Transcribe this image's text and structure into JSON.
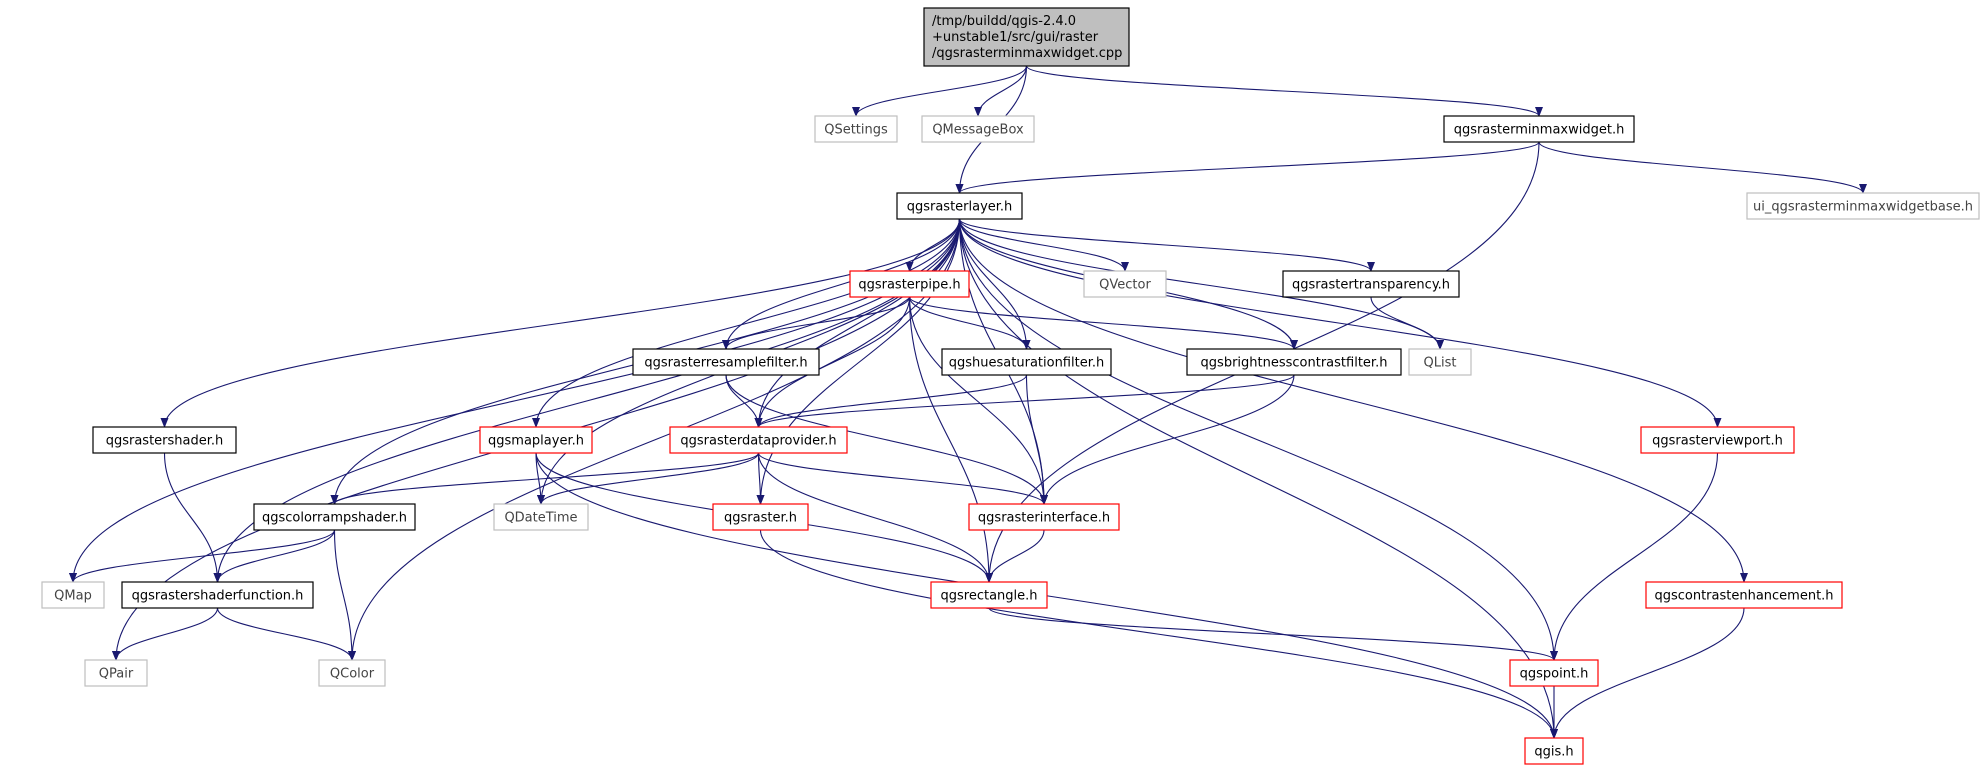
{
  "nodes": [
    {
      "id": "cpp",
      "lines": [
        "/tmp/buildd/qgis-2.4.0",
        "+unstable1/src/gui/raster",
        "/qgsrasterminmaxwidget.cpp"
      ],
      "style": "root"
    },
    {
      "id": "qsettings",
      "lines": [
        "QSettings"
      ],
      "style": "gray"
    },
    {
      "id": "qmessagebox",
      "lines": [
        "QMessageBox"
      ],
      "style": "gray"
    },
    {
      "id": "minmaxwidget_h",
      "lines": [
        "qgsrasterminmaxwidget.h"
      ],
      "style": "black"
    },
    {
      "id": "ui_base",
      "lines": [
        "ui_qgsrasterminmaxwidgetbase.h"
      ],
      "style": "gray"
    },
    {
      "id": "rasterlayer",
      "lines": [
        "qgsrasterlayer.h"
      ],
      "style": "black"
    },
    {
      "id": "rasterpipe",
      "lines": [
        "qgsrasterpipe.h"
      ],
      "style": "red"
    },
    {
      "id": "qvector",
      "lines": [
        "QVector"
      ],
      "style": "gray"
    },
    {
      "id": "transparency",
      "lines": [
        "qgsrastertransparency.h"
      ],
      "style": "black"
    },
    {
      "id": "resample",
      "lines": [
        "qgsrasterresamplefilter.h"
      ],
      "style": "black"
    },
    {
      "id": "huesat",
      "lines": [
        "qgshuesaturationfilter.h"
      ],
      "style": "black"
    },
    {
      "id": "brightness",
      "lines": [
        "qgsbrightnesscontrastfilter.h"
      ],
      "style": "black"
    },
    {
      "id": "qlist",
      "lines": [
        "QList"
      ],
      "style": "gray"
    },
    {
      "id": "rastershader",
      "lines": [
        "qgsrastershader.h"
      ],
      "style": "black"
    },
    {
      "id": "maplayer",
      "lines": [
        "qgsmaplayer.h"
      ],
      "style": "red"
    },
    {
      "id": "dataprovider",
      "lines": [
        "qgsrasterdataprovider.h"
      ],
      "style": "red"
    },
    {
      "id": "viewport",
      "lines": [
        "qgsrasterviewport.h"
      ],
      "style": "red"
    },
    {
      "id": "colorramp",
      "lines": [
        "qgscolorrampshader.h"
      ],
      "style": "black"
    },
    {
      "id": "qdatetime",
      "lines": [
        "QDateTime"
      ],
      "style": "gray"
    },
    {
      "id": "raster",
      "lines": [
        "qgsraster.h"
      ],
      "style": "red"
    },
    {
      "id": "interface",
      "lines": [
        "qgsrasterinterface.h"
      ],
      "style": "red"
    },
    {
      "id": "qmap",
      "lines": [
        "QMap"
      ],
      "style": "gray"
    },
    {
      "id": "shaderfunction",
      "lines": [
        "qgsrastershaderfunction.h"
      ],
      "style": "black"
    },
    {
      "id": "rectangle",
      "lines": [
        "qgsrectangle.h"
      ],
      "style": "red"
    },
    {
      "id": "contrast",
      "lines": [
        "qgscontrastenhancement.h"
      ],
      "style": "red"
    },
    {
      "id": "qpair",
      "lines": [
        "QPair"
      ],
      "style": "gray"
    },
    {
      "id": "qcolor",
      "lines": [
        "QColor"
      ],
      "style": "gray"
    },
    {
      "id": "point",
      "lines": [
        "qgspoint.h"
      ],
      "style": "red"
    },
    {
      "id": "qgis",
      "lines": [
        "qgis.h"
      ],
      "style": "red"
    }
  ],
  "edges": [
    [
      "cpp",
      "qsettings"
    ],
    [
      "cpp",
      "qmessagebox"
    ],
    [
      "cpp",
      "minmaxwidget_h"
    ],
    [
      "cpp",
      "rasterlayer"
    ],
    [
      "minmaxwidget_h",
      "rasterlayer"
    ],
    [
      "minmaxwidget_h",
      "ui_base"
    ],
    [
      "minmaxwidget_h",
      "rectangle"
    ],
    [
      "rasterlayer",
      "rasterpipe"
    ],
    [
      "rasterlayer",
      "qvector"
    ],
    [
      "rasterlayer",
      "transparency"
    ],
    [
      "rasterlayer",
      "resample"
    ],
    [
      "rasterlayer",
      "huesat"
    ],
    [
      "rasterlayer",
      "brightness"
    ],
    [
      "rasterlayer",
      "qlist"
    ],
    [
      "rasterlayer",
      "rastershader"
    ],
    [
      "rasterlayer",
      "maplayer"
    ],
    [
      "rasterlayer",
      "dataprovider"
    ],
    [
      "rasterlayer",
      "viewport"
    ],
    [
      "rasterlayer",
      "colorramp"
    ],
    [
      "rasterlayer",
      "qdatetime"
    ],
    [
      "rasterlayer",
      "raster"
    ],
    [
      "rasterlayer",
      "interface"
    ],
    [
      "rasterlayer",
      "qmap"
    ],
    [
      "rasterlayer",
      "shaderfunction"
    ],
    [
      "rasterlayer",
      "contrast"
    ],
    [
      "rasterlayer",
      "qpair"
    ],
    [
      "rasterlayer",
      "qcolor"
    ],
    [
      "rasterlayer",
      "point"
    ],
    [
      "rasterlayer",
      "qgis"
    ],
    [
      "rasterpipe",
      "resample"
    ],
    [
      "rasterpipe",
      "huesat"
    ],
    [
      "rasterpipe",
      "brightness"
    ],
    [
      "rasterpipe",
      "dataprovider"
    ],
    [
      "rasterpipe",
      "interface"
    ],
    [
      "rasterpipe",
      "rectangle"
    ],
    [
      "transparency",
      "qlist"
    ],
    [
      "resample",
      "dataprovider"
    ],
    [
      "resample",
      "interface"
    ],
    [
      "huesat",
      "dataprovider"
    ],
    [
      "huesat",
      "interface"
    ],
    [
      "brightness",
      "dataprovider"
    ],
    [
      "brightness",
      "interface"
    ],
    [
      "rastershader",
      "shaderfunction"
    ],
    [
      "maplayer",
      "qdatetime"
    ],
    [
      "maplayer",
      "rectangle"
    ],
    [
      "maplayer",
      "qgis"
    ],
    [
      "dataprovider",
      "colorramp"
    ],
    [
      "dataprovider",
      "qdatetime"
    ],
    [
      "dataprovider",
      "raster"
    ],
    [
      "dataprovider",
      "interface"
    ],
    [
      "dataprovider",
      "rectangle"
    ],
    [
      "viewport",
      "point"
    ],
    [
      "colorramp",
      "qmap"
    ],
    [
      "colorramp",
      "shaderfunction"
    ],
    [
      "colorramp",
      "qcolor"
    ],
    [
      "raster",
      "qgis"
    ],
    [
      "interface",
      "rectangle"
    ],
    [
      "shaderfunction",
      "qpair"
    ],
    [
      "shaderfunction",
      "qcolor"
    ],
    [
      "rectangle",
      "point"
    ],
    [
      "contrast",
      "qgis"
    ],
    [
      "point",
      "qgis"
    ]
  ],
  "colors": {
    "edge": "#191970",
    "root_fill": "#bfbfbf",
    "black_border": "#000000",
    "red_border": "#ff0000",
    "gray_border": "#bfbfbf",
    "text": "#000000",
    "gray_text": "#444444"
  }
}
